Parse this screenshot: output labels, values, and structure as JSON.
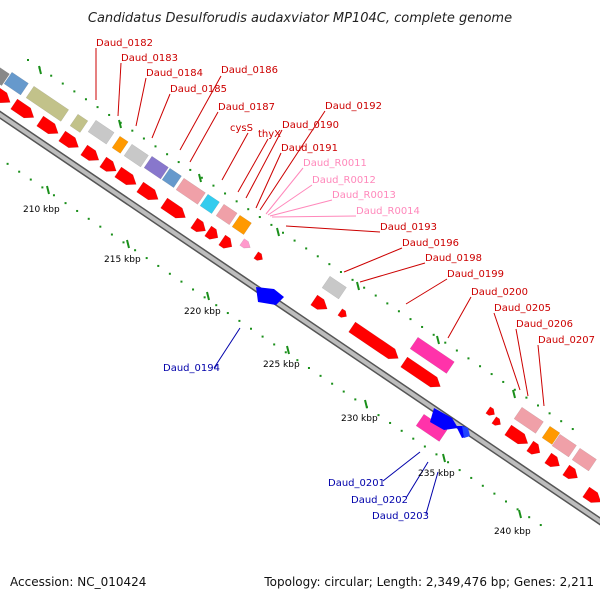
{
  "title": "Candidatus Desulforudis audaxviator MP104C, complete genome",
  "accession": "Accession: NC_010424",
  "summary": "Topology: circular; Length: 2,349,476 bp; Genes: 2,211",
  "ticks": [
    "210 kbp",
    "215 kbp",
    "220 kbp",
    "225 kbp",
    "230 kbp",
    "235 kbp",
    "240 kbp"
  ],
  "colors": {
    "forward_cds": "#ff0000",
    "reverse_cds": "#0000ff",
    "rna": "#ff99cc",
    "label_red": "#cc0000",
    "label_pink": "#ff88bb",
    "label_blue": "#0000aa",
    "backbone": "#999999",
    "tick_green": "#1a8f1a"
  },
  "labels": [
    {
      "text": "Daud_0182",
      "color": "red"
    },
    {
      "text": "Daud_0183",
      "color": "red"
    },
    {
      "text": "Daud_0184",
      "color": "red"
    },
    {
      "text": "Daud_0186",
      "color": "red"
    },
    {
      "text": "Daud_0185",
      "color": "red"
    },
    {
      "text": "Daud_0187",
      "color": "red"
    },
    {
      "text": "cysS",
      "color": "red"
    },
    {
      "text": "thyX",
      "color": "red"
    },
    {
      "text": "Daud_0192",
      "color": "red"
    },
    {
      "text": "Daud_0190",
      "color": "red"
    },
    {
      "text": "Daud_0191",
      "color": "red"
    },
    {
      "text": "Daud_R0011",
      "color": "pink"
    },
    {
      "text": "Daud_R0012",
      "color": "pink"
    },
    {
      "text": "Daud_R0013",
      "color": "pink"
    },
    {
      "text": "Daud_R0014",
      "color": "pink"
    },
    {
      "text": "Daud_0193",
      "color": "red"
    },
    {
      "text": "Daud_0196",
      "color": "red"
    },
    {
      "text": "Daud_0198",
      "color": "red"
    },
    {
      "text": "Daud_0199",
      "color": "red"
    },
    {
      "text": "Daud_0200",
      "color": "red"
    },
    {
      "text": "Daud_0205",
      "color": "red"
    },
    {
      "text": "Daud_0206",
      "color": "red"
    },
    {
      "text": "Daud_0207",
      "color": "red"
    },
    {
      "text": "Daud_0194",
      "color": "blue"
    },
    {
      "text": "Daud_0201",
      "color": "blue"
    },
    {
      "text": "Daud_0202",
      "color": "blue"
    },
    {
      "text": "Daud_0203",
      "color": "blue"
    }
  ]
}
